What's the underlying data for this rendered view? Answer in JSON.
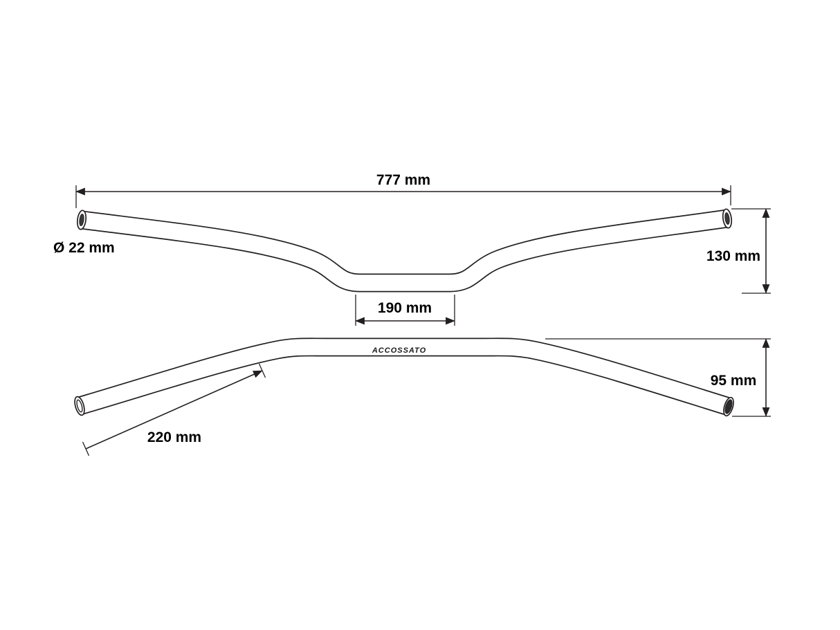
{
  "diagram": {
    "title": "handlebar-technical-drawing",
    "labels": {
      "overall_width": "777 mm",
      "bar_diameter": "Ø 22 mm",
      "rise": "130 mm",
      "center_width": "190 mm",
      "drop": "95 mm",
      "grip_length": "220 mm",
      "brand": "ACCOSSATO"
    },
    "colors": {
      "line": "#231f20",
      "text": "#000000",
      "background": "#ffffff"
    }
  }
}
